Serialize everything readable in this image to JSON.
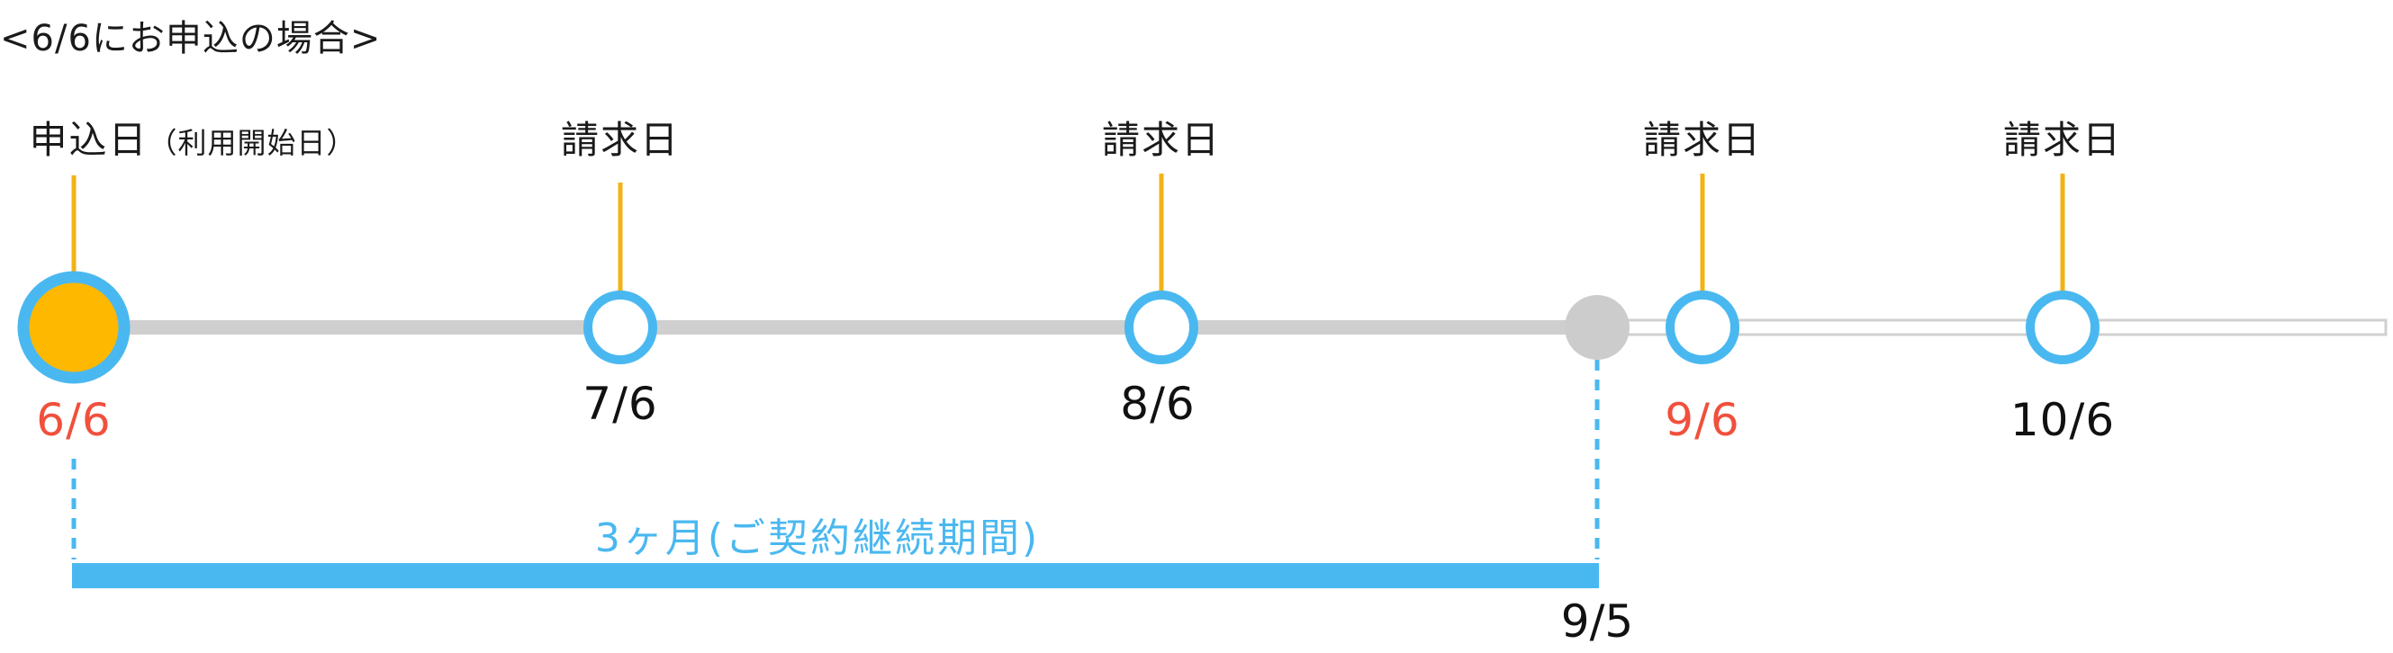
{
  "caption": "<6/6にお申込の場合>",
  "events": [
    {
      "label": "申込日",
      "note": "（利用開始日）",
      "date": "6/6",
      "date_color": "red"
    },
    {
      "label": "請求日",
      "note": "",
      "date": "7/6",
      "date_color": "dark"
    },
    {
      "label": "請求日",
      "note": "",
      "date": "8/6",
      "date_color": "dark"
    },
    {
      "label": "請求日",
      "note": "",
      "date": "9/6",
      "date_color": "red"
    },
    {
      "label": "請求日",
      "note": "",
      "date": "10/6",
      "date_color": "dark"
    }
  ],
  "period": {
    "label": "3ヶ月(ご契約継続期間)",
    "end_date": "9/5"
  },
  "colors": {
    "node_ring": "#4ab8f0",
    "start_fill": "#ffb800",
    "stem": "#f2b316",
    "track_active": "#cfcfcf",
    "track_future_border": "#d0d0d0",
    "period_bar": "#4ab8f0",
    "end_node": "#cccccc",
    "highlight_date": "#f0503c",
    "text": "#111111"
  }
}
